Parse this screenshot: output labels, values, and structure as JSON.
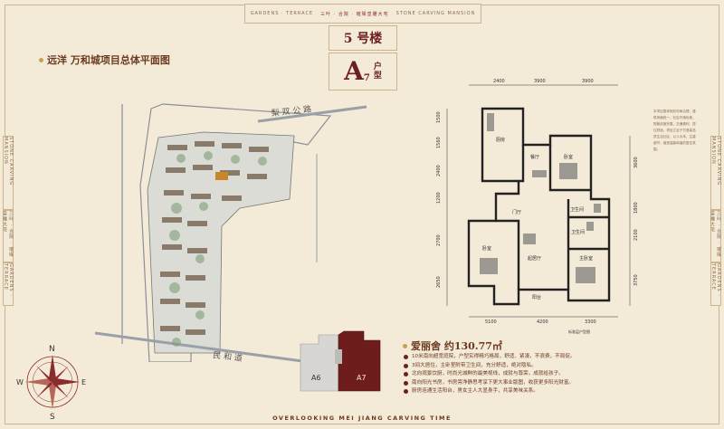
{
  "header": {
    "banner_left": "GARDENS · TERRACE",
    "banner_center": "三叶 · 合院 · 璀璨皇雕大宅",
    "banner_right": "STONE CARVING MANSION"
  },
  "building": {
    "label": "5 号楼",
    "apartment_code": "A",
    "apartment_sub": "7",
    "apartment_kind": "户型"
  },
  "master_plan": {
    "title": "远洋 万和城项目总体平面图",
    "road_north": "梨 双 公 路",
    "road_south": "民  和  道"
  },
  "compass": {
    "n": "N",
    "s": "S",
    "e": "E",
    "w": "W"
  },
  "key_plan": {
    "left_unit": "A6",
    "right_unit": "A7"
  },
  "floor_plan": {
    "dims_top": [
      "2400",
      "3900",
      "3900"
    ],
    "dims_bottom": [
      "5100",
      "4200",
      "3300"
    ],
    "dims_left": [
      "1500",
      "1560",
      "2400",
      "1200",
      "2700",
      "2650"
    ],
    "dims_right": [
      "3600",
      "1800",
      "2100",
      "3750"
    ],
    "rooms": [
      "厨房",
      "餐厅",
      "卧室",
      "门厅",
      "卫生间",
      "卧室",
      "起居厅",
      "主卧室",
      "卫生间",
      "阳台"
    ],
    "note": "标准层户型图"
  },
  "info": {
    "title": "爱丽舍  约130.77㎡",
    "features": [
      "10米南向超宽庭院，户型实得精巧格局，舒适、紧凑，不浪费，不局促。",
      "3间大居住，主卧室附带卫生间，充分舒适，绝对隐私。",
      "北向观景饮厨，时尚光城鲜的最美视线，成就与尊荣，成就给孩子。",
      "南向阳光书房，书房旁净静思考享下更大事业版图，收获更多阳光财富。",
      "厨房连通生活阳台，男女主人大显身手，共享美味关系。"
    ]
  },
  "footer": {
    "caption": "OVERLOOKING MEI JIANG CARVING TIME"
  },
  "side_tags": {
    "left_top": "STONE CARVING MANSION",
    "left_mid": "三叶 · 合院 · 璀璨皇雕大宅",
    "left_bottom": "GARDENS · TERRACE",
    "right_top": "STONE CARVING MANSION",
    "right_mid": "三叶 · 合院 · 璀璨皇雕大宅",
    "right_bottom": "GARDENS · TERRACE"
  },
  "right_notes": "本项目整体规划布局合理，建筑风格统一，社区环境优美，配套设施完善，交通便利，居住舒适。项目立足于打造高品质生活社区，以人为本，注重细节，营造温馨和谐的居住氛围。"
}
